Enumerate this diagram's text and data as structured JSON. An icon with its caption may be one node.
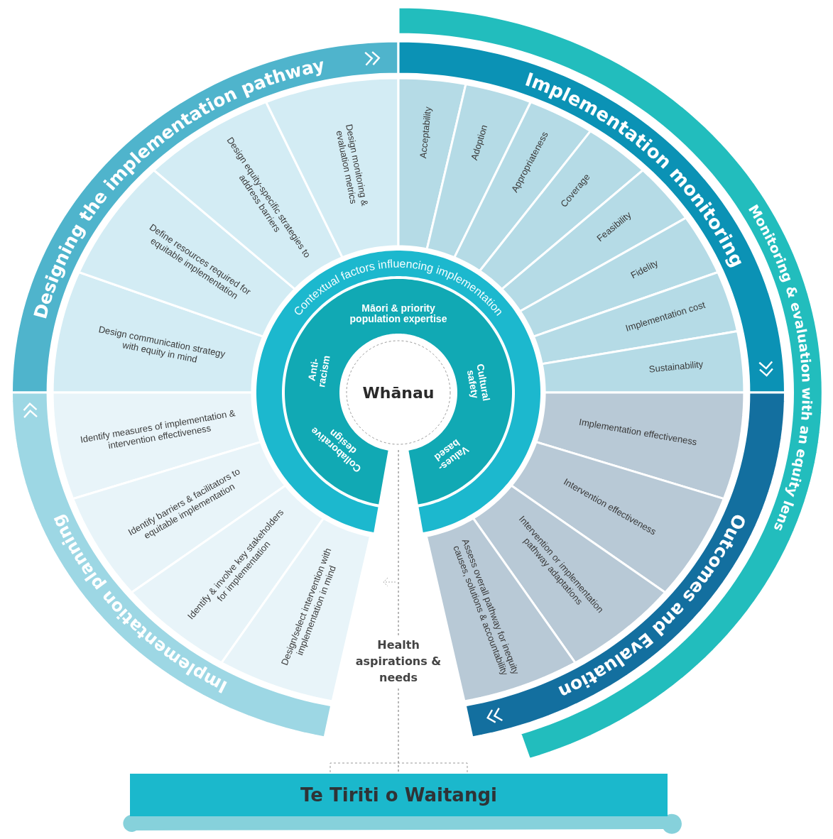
{
  "diagram": {
    "nodes": [
      {
        "text": [
          "Monitoring & evaluation with an equity lens"
        ]
      },
      {
        "text": [
          "Designing the implementation pathway"
        ]
      },
      {
        "text": [
          "Design communication strategy with equity in mind"
        ]
      },
      {
        "text": [
          "Define resources required for equitable implementation"
        ]
      },
      {
        "text": [
          "Design equity-specific strategies to address barriers"
        ]
      },
      {
        "text": [
          "Design monitoring & evaluation metrics"
        ]
      },
      {
        "text": [
          "Implementation monitoring"
        ]
      },
      {
        "text": [
          "Acceptability"
        ]
      },
      {
        "text": [
          "Adoption"
        ]
      },
      {
        "text": [
          "Appropriateness"
        ]
      },
      {
        "text": [
          "Coverage"
        ]
      },
      {
        "text": [
          "Feasibility"
        ]
      },
      {
        "text": [
          "Fidelity"
        ]
      },
      {
        "text": [
          "Implementation cost"
        ]
      },
      {
        "text": [
          "Sustainability"
        ]
      },
      {
        "text": [
          "Outcomes and Evaluation"
        ]
      },
      {
        "text": [
          "Implementation effectiveness"
        ]
      },
      {
        "text": [
          "Intervention effectiveness"
        ]
      },
      {
        "text": [
          "Intervention or implementation pathway adaptations"
        ]
      },
      {
        "text": [
          "Assess overall pathway for inequity causes, solutions & accountability"
        ]
      },
      {
        "text": [
          "Implementation planning"
        ]
      },
      {
        "text": [
          "Identify measures of implementation & intervention effectiveness"
        ]
      },
      {
        "text": [
          "Identify barriers & facilitators to equitable implementation"
        ]
      },
      {
        "text": [
          "Identify & involve key stakeholders for implementation"
        ]
      },
      {
        "text": [
          "Design/select intervention with implementation in mind"
        ]
      },
      {
        "text": [
          "Contextual factors influencing implementation"
        ]
      },
      {
        "text": [
          "Māori & priority population expertise",
          "Anti-racism",
          "Cultural safety",
          "Collaborative design",
          "Values-based"
        ]
      },
      {
        "text": [
          "Whānau"
        ]
      },
      {
        "text": [
          "Te Tiriti o Waitangi"
        ]
      }
    ],
    "edges": [
      {
        "from": 27,
        "to": 28,
        "arrow": "none",
        "label": "Health aspirations & needs",
        "style": "dashed"
      }
    ]
  }
}
